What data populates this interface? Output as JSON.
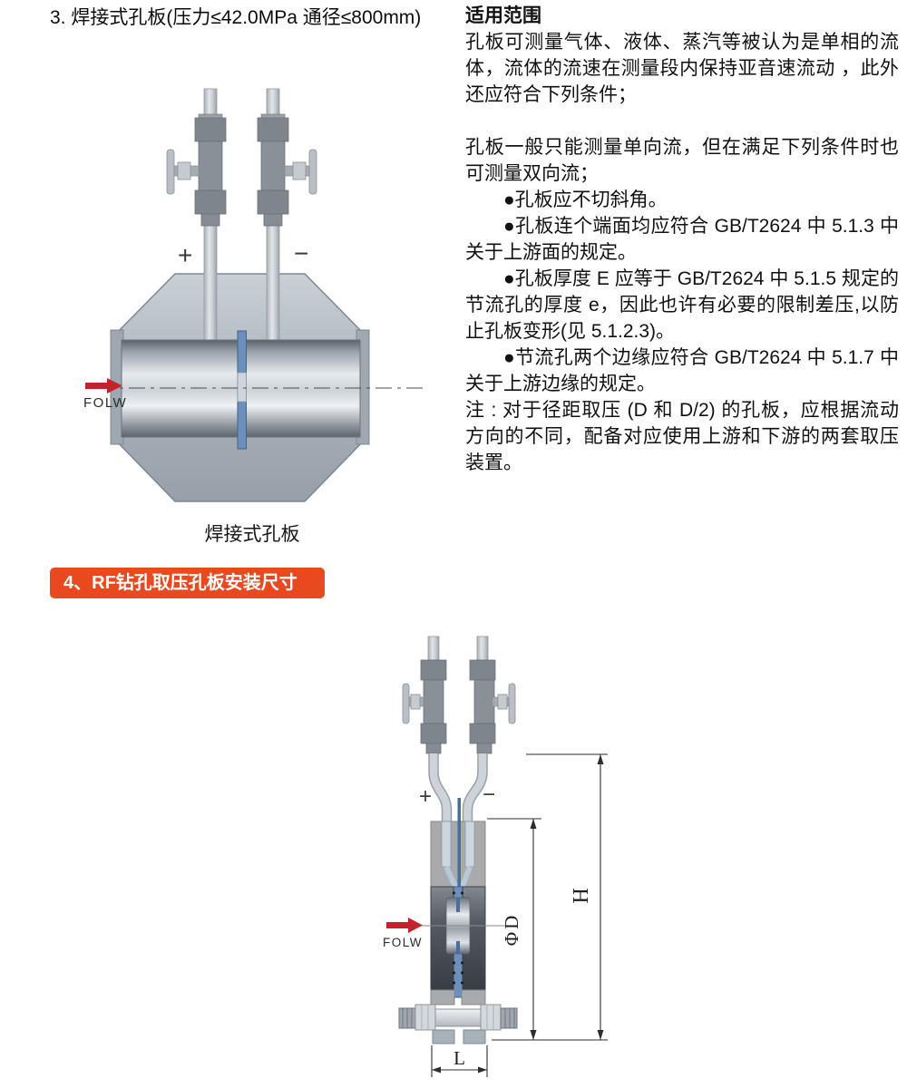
{
  "section3": {
    "heading": "3. 焊接式孔板(压力≤42.0MPa 通径≤800mm)",
    "caption": "焊接式孔板",
    "figure": {
      "plus": "+",
      "minus": "−",
      "flow_label": "FOLW"
    }
  },
  "application": {
    "title": "适用范围",
    "paragraphs": [
      "孔板可测量气体、液体、蒸汽等被认为是单相的流体，流体的流速在测量段内保持亚音速流动 ，此外还应符合下列条件；",
      "孔板一般只能测量单向流，但在满足下列条件时也可测量双向流；",
      "●孔板应不切斜角。",
      "●孔板连个端面均应符合 GB/T2624 中 5.1.3 中关于上游面的规定。",
      "●孔板厚度 E 应等于 GB/T2624 中 5.1.5 规定的节流孔的厚度 e，因此也许有必要的限制差压,以防止孔板变形(见 5.1.2.3)。",
      "●节流孔两个边缘应符合 GB/T2624 中 5.1.7 中关于上游边缘的规定。",
      "注 : 对于径距取压 (D 和 D/2) 的孔板，应根据流动方向的不同，配备对应使用上游和下游的两套取压装置。"
    ]
  },
  "section4": {
    "banner": "4、RF钻孔取压孔板安装尺寸",
    "figure": {
      "plus": "+",
      "minus": "−",
      "flow_label": "FOLW",
      "dim_height": "H",
      "dim_diameter": "ΦD",
      "dim_width": "L"
    }
  },
  "colors": {
    "banner_orange": "#e8491f",
    "flow_arrow_red": "#c3232a",
    "orifice_plate_blue": "#6c8fbb",
    "body_gray": "#aab3bc",
    "flange_dark": "#4a5057",
    "dimension_line": "#2e2e2e"
  }
}
